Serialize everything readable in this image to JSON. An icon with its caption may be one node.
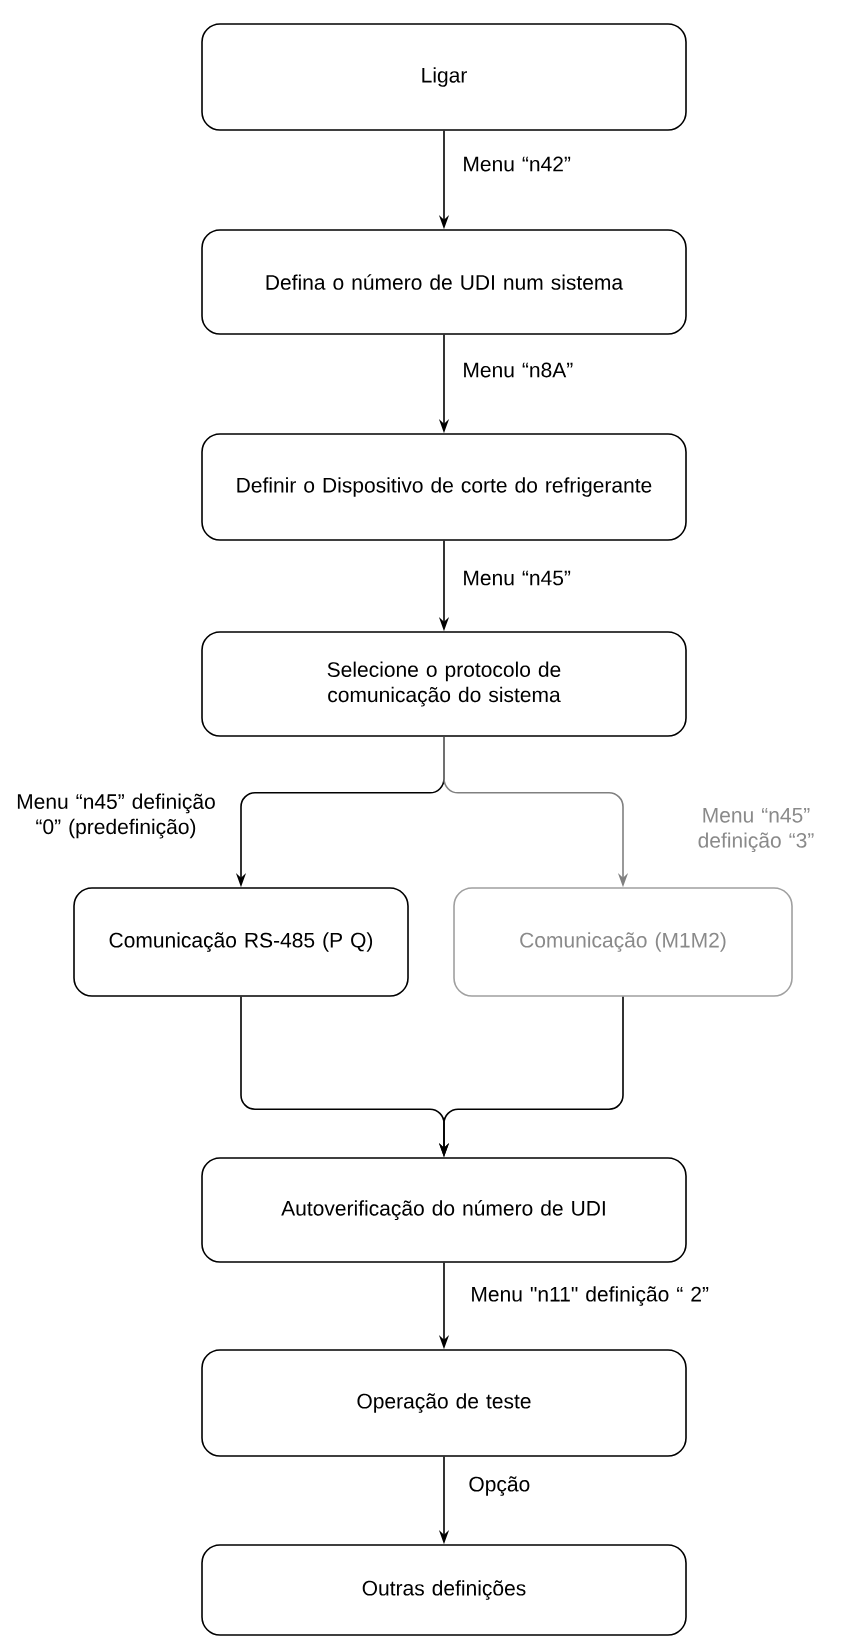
{
  "diagram": {
    "nodes": [
      {
        "text": [
          "Ligar"
        ]
      },
      {
        "text": [
          "Defina o número de UDI num sistema"
        ]
      },
      {
        "text": [
          "Definir o Dispositivo de corte do refrigerante"
        ]
      },
      {
        "text": [
          "Selecione o protocolo de comunicação do sistema"
        ]
      },
      {
        "text": [
          "Comunicação RS-485 (P Q)"
        ]
      },
      {
        "text": [
          "Comunicação (M1M2)"
        ]
      },
      {
        "text": [
          "Autoverificação do número de UDI"
        ]
      },
      {
        "text": [
          "Operação de teste"
        ]
      },
      {
        "text": [
          "Outras definições"
        ]
      }
    ],
    "edges": [
      {
        "from": 0,
        "to": 1,
        "arrow": "to",
        "label": "Menu “n42”"
      },
      {
        "from": 1,
        "to": 2,
        "arrow": "to",
        "label": "Menu “n8A”"
      },
      {
        "from": 2,
        "to": 3,
        "arrow": "to",
        "label": "Menu “n45”"
      },
      {
        "from": 3,
        "to": 4,
        "arrow": "to",
        "label": "Menu “n45” definição “0” (predefinição)"
      },
      {
        "from": 3,
        "to": 5,
        "arrow": "to",
        "label": "Menu “n45” definição “3”",
        "color": "#808080"
      },
      {
        "from": 4,
        "to": 6,
        "arrow": "to"
      },
      {
        "from": 5,
        "to": 6,
        "arrow": "to"
      },
      {
        "from": 6,
        "to": 7,
        "arrow": "to",
        "label": "Menu \"n11\" definição “ 2”"
      },
      {
        "from": 7,
        "to": 8,
        "arrow": "to",
        "label": "Opção"
      }
    ]
  }
}
